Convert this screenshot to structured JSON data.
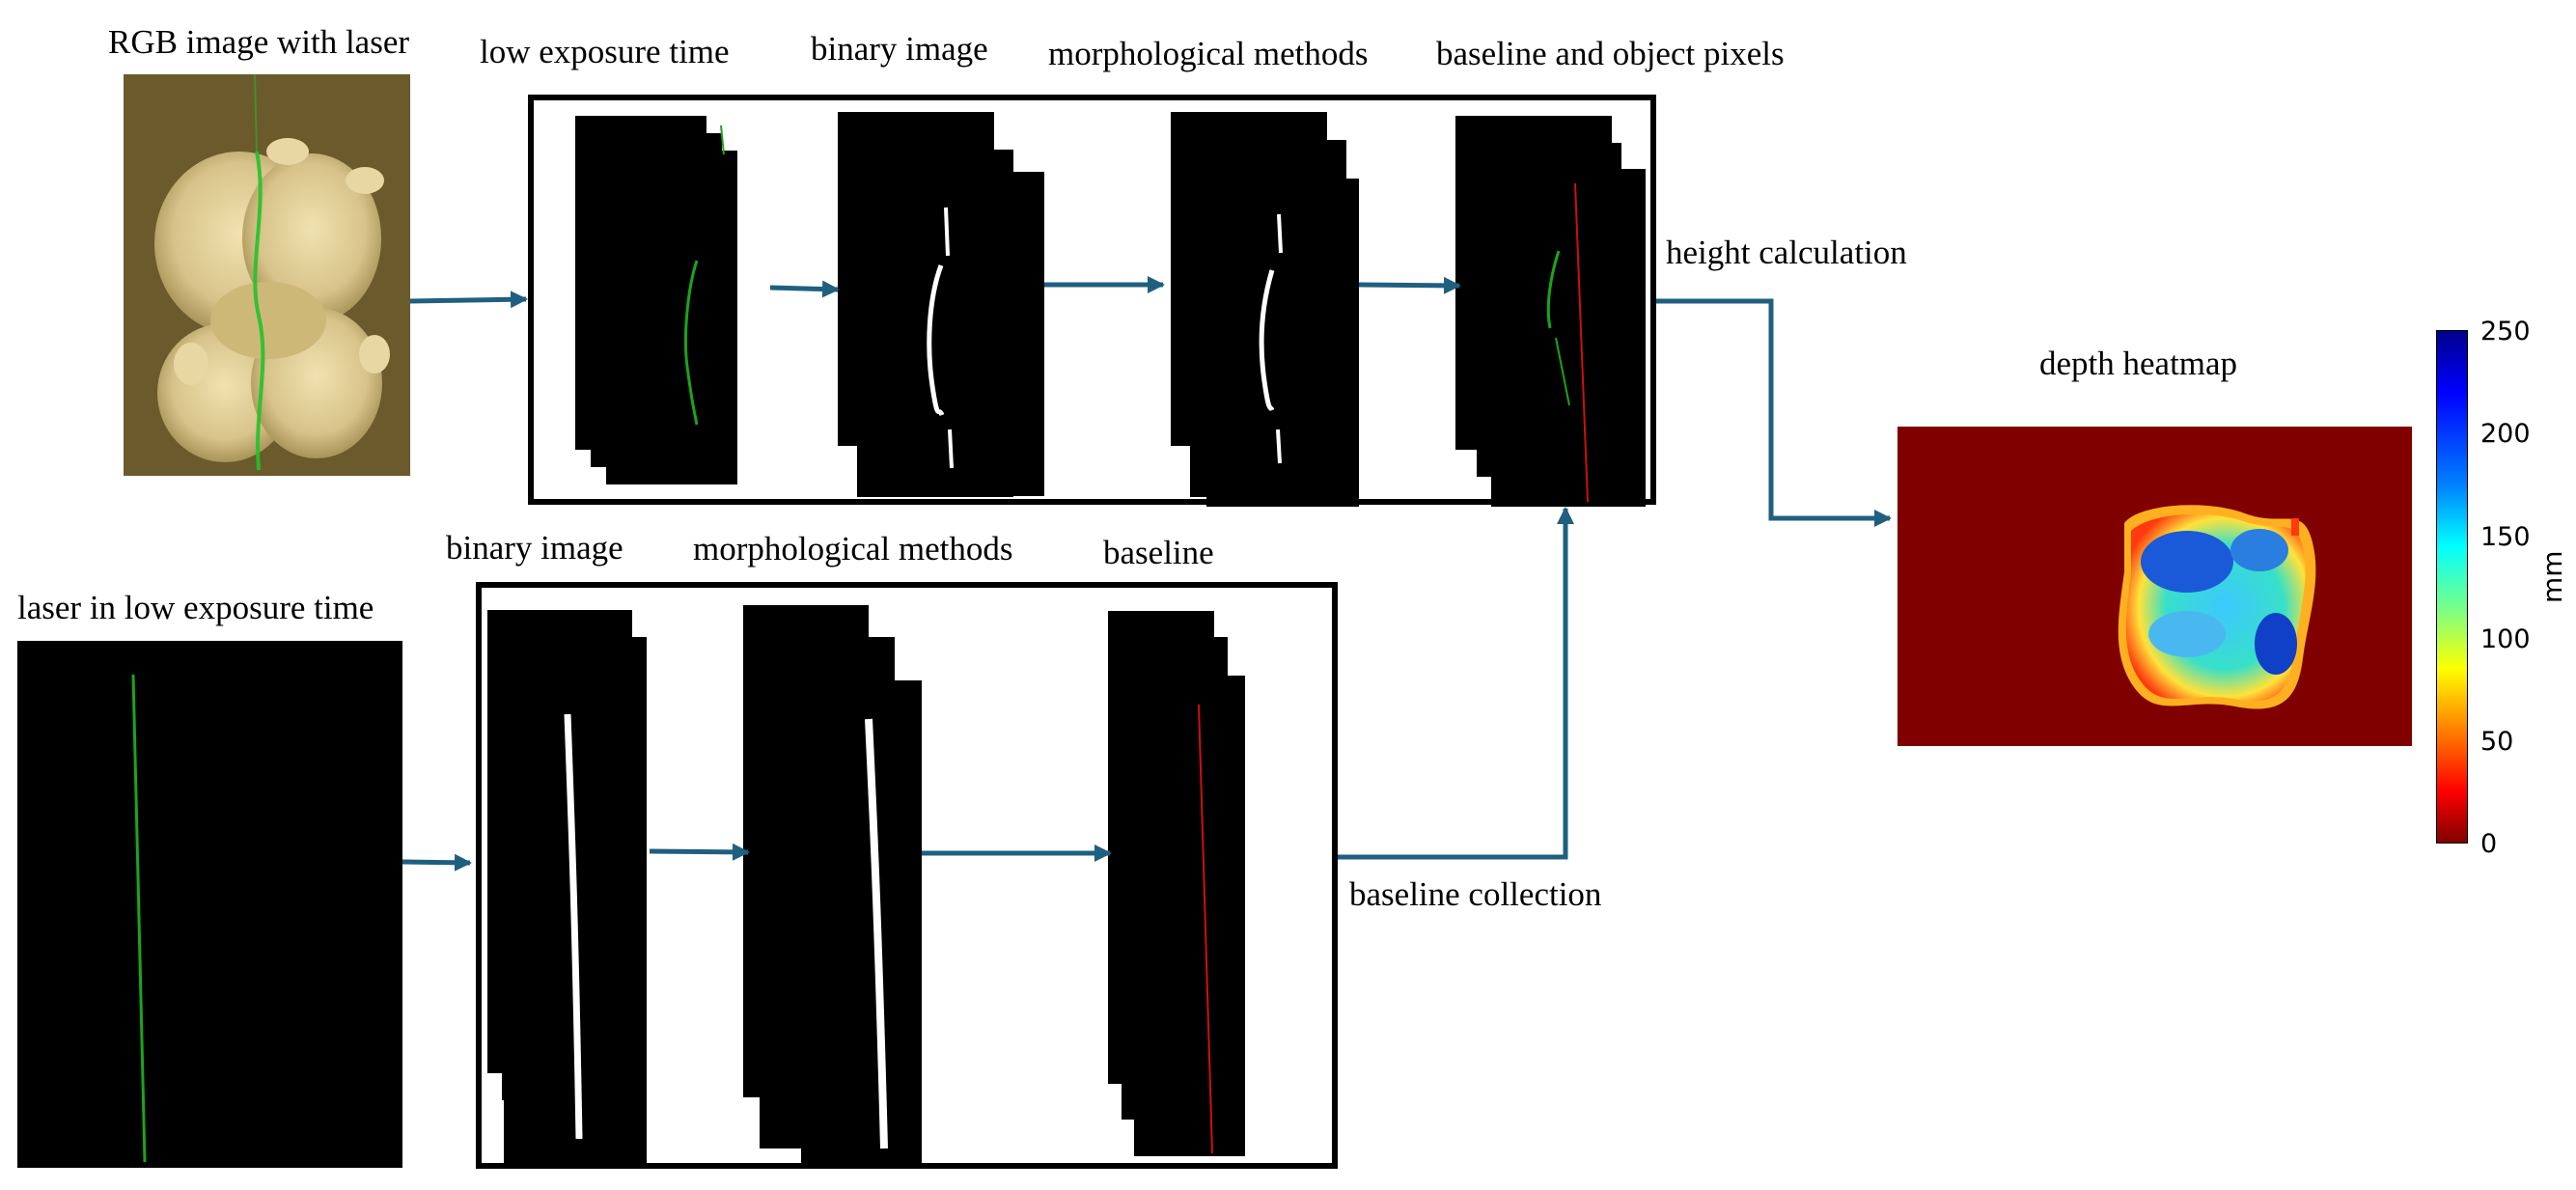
{
  "labels": {
    "rgb_image": "RGB image with laser",
    "low_exposure": "low exposure time",
    "binary_top": "binary image",
    "morph_top": "morphological methods",
    "baseline_object": "baseline and object pixels",
    "height_calc": "height calculation",
    "depth_heatmap": "depth heatmap",
    "laser_low": "laser in low exposure time",
    "binary_bottom": "binary image",
    "morph_bottom": "morphological methods",
    "baseline": "baseline",
    "baseline_collection": "baseline collection"
  },
  "colorbar": {
    "unit": "mm",
    "ticks": [
      "250",
      "200",
      "150",
      "100",
      "50",
      "0"
    ],
    "range": [
      0,
      250
    ]
  },
  "colors": {
    "arrow": "#1f5f80",
    "laser": "#1aa51a",
    "baseline_red": "#cc1111",
    "heat_background": "#800000"
  }
}
